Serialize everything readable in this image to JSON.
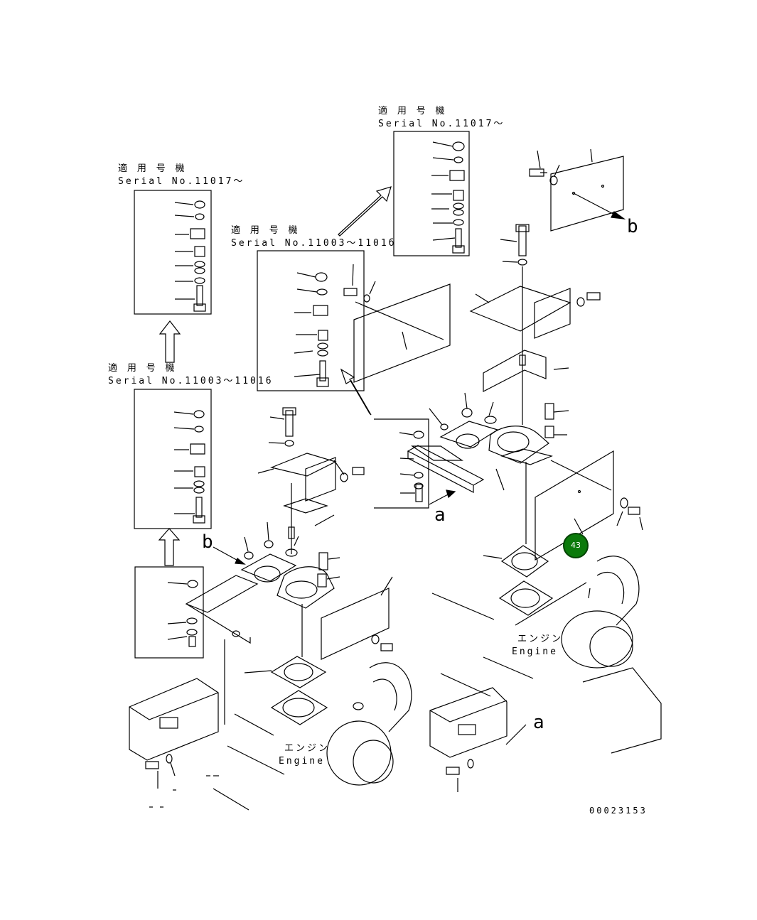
{
  "labels": {
    "applicable_jp": "適 用 号 機",
    "serial_11017": "Serial No.11017～",
    "serial_11003": "Serial No.11003～11016",
    "serial_11003_cut": "Serial No.11003～1101б",
    "engine_jp": "エンジン",
    "engine_en": "Engine",
    "view_a": "a",
    "view_b": "b",
    "drawing_number": "00023153"
  },
  "callout": {
    "number": "43",
    "color": "#0b7a0b"
  }
}
